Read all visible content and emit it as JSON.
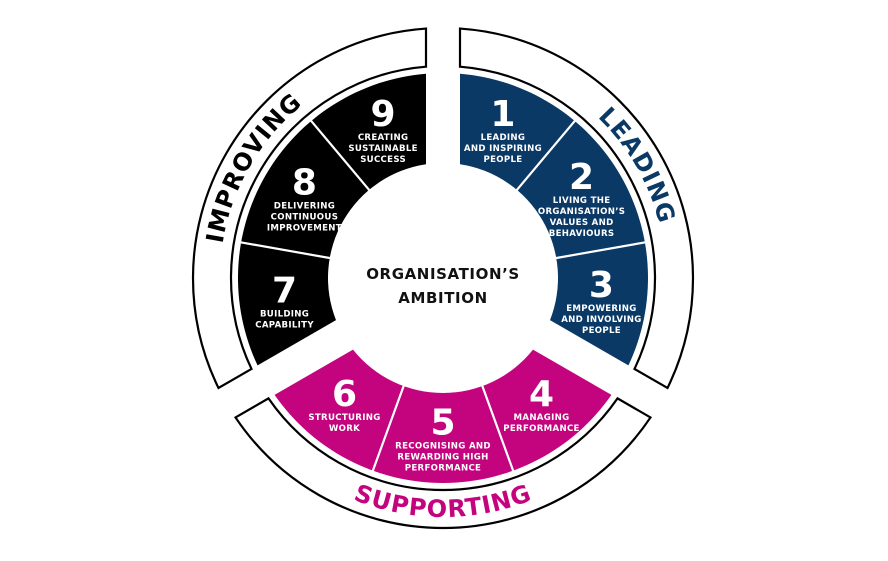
{
  "center": {
    "lines": [
      "ORGANISATION’S",
      "AMBITION"
    ]
  },
  "groups": [
    {
      "name": "LEADING",
      "color": "#0b3966",
      "segments": [
        {
          "number": "1",
          "label": [
            "LEADING",
            "AND INSPIRING",
            "PEOPLE"
          ]
        },
        {
          "number": "2",
          "label": [
            "LIVING THE",
            "ORGANISATION’S",
            "VALUES AND",
            "BEHAVIOURS"
          ]
        },
        {
          "number": "3",
          "label": [
            "EMPOWERING",
            "AND INVOLVING",
            "PEOPLE"
          ]
        }
      ]
    },
    {
      "name": "SUPPORTING",
      "color": "#c4047e",
      "segments": [
        {
          "number": "4",
          "label": [
            "MANAGING",
            "PERFORMANCE"
          ]
        },
        {
          "number": "5",
          "label": [
            "RECOGNISING AND",
            "REWARDING HIGH",
            "PERFORMANCE"
          ]
        },
        {
          "number": "6",
          "label": [
            "STRUCTURING",
            "WORK"
          ]
        }
      ]
    },
    {
      "name": "IMPROVING",
      "color": "#000000",
      "segments": [
        {
          "number": "7",
          "label": [
            "BUILDING",
            "CAPABILITY"
          ]
        },
        {
          "number": "8",
          "label": [
            "DELIVERING",
            "CONTINUOUS",
            "IMPROVEMENT"
          ]
        },
        {
          "number": "9",
          "label": [
            "CREATING",
            "SUSTAINABLE",
            "SUCCESS"
          ]
        }
      ]
    }
  ]
}
